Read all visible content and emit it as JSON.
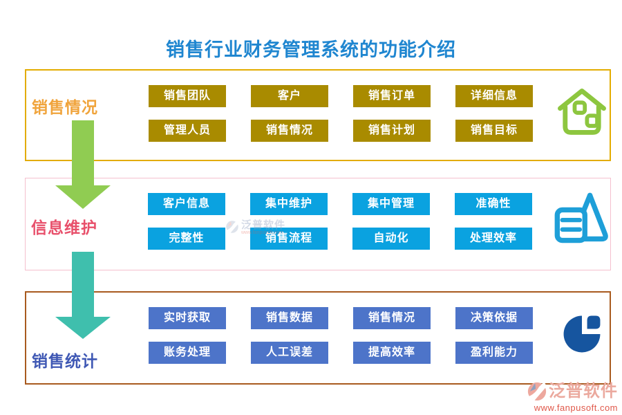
{
  "title": "销售行业财务管理系统的功能介绍",
  "title_color": "#1f86d0",
  "sections": [
    {
      "id": "sales-status",
      "label": "销售情况",
      "label_color": "#f0a43c",
      "border_color": "#e3ac00",
      "button_color": "#a98b00",
      "icon": "house-icon",
      "icon_color": "#8dc63f",
      "buttons": [
        "销售团队",
        "客户",
        "销售订单",
        "详细信息",
        "管理人员",
        "销售情况",
        "销售计划",
        "销售目标"
      ]
    },
    {
      "id": "info-maintenance",
      "label": "信息维护",
      "label_color": "#e8506b",
      "border_color": "#f5bfce",
      "button_color": "#0aa2e0",
      "icon": "triangle-list-icon",
      "icon_color": "#1e9fd8",
      "buttons": [
        "客户信息",
        "集中维护",
        "集中管理",
        "准确性",
        "完整性",
        "销售流程",
        "自动化",
        "处理效率"
      ]
    },
    {
      "id": "sales-statistics",
      "label": "销售统计",
      "label_color": "#3f58b4",
      "border_color": "#a85a1e",
      "button_color": "#4d74c9",
      "icon": "pie-chart-icon",
      "icon_color": "#16559f",
      "buttons": [
        "实时获取",
        "销售数据",
        "销售情况",
        "决策依据",
        "账务处理",
        "人工误差",
        "提高效率",
        "盈利能力"
      ]
    }
  ],
  "arrows": [
    {
      "from": "销售情况",
      "to": "信息维护",
      "color": "#90cc52"
    },
    {
      "from": "信息维护",
      "to": "销售统计",
      "color": "#3fbfad"
    }
  ],
  "footer_logo": {
    "name": "泛普软件",
    "name_color": "#eba99e",
    "url": "www.fanpusoft.com",
    "url_color": "#e0584a"
  }
}
